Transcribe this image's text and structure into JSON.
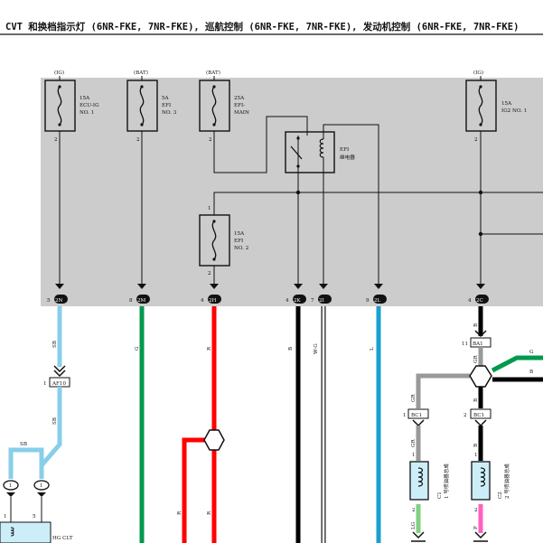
{
  "title": "CVT 和换档指示灯 (6NR-FKE, 7NR-FKE), 巡航控制 (6NR-FKE, 7NR-FKE), 发动机控制 (6NR-FKE, 7NR-FKE)",
  "fuses": [
    {
      "id": "ecu-ig-no1",
      "source": "(IG)",
      "rating": "15A",
      "name_line1": "ECU-IG",
      "name_line2": "NO. 1",
      "out_pin": "2"
    },
    {
      "id": "efi-no3",
      "source": "(BAT)",
      "rating": "5A",
      "name_line1": "EFI",
      "name_line2": "NO. 3",
      "out_pin": "2"
    },
    {
      "id": "efi-main",
      "source": "(BAT)",
      "rating": "25A",
      "name_line1": "EFI-",
      "name_line2": "MAIN",
      "out_pin": "2"
    },
    {
      "id": "ig2-no1",
      "source": "(IG)",
      "rating": "15A",
      "name_line1": "IG2 NO. 1",
      "name_line2": "",
      "out_pin": "2"
    },
    {
      "id": "efi-no2",
      "in_pin": "1",
      "rating": "15A",
      "name_line1": "EFI",
      "name_line2": "NO. 2",
      "out_pin": "2"
    }
  ],
  "relay": {
    "name_line1": "EFI",
    "name_line2": "继电器"
  },
  "connectors": [
    {
      "pin": "5",
      "id": "2N"
    },
    {
      "pin": "8",
      "id": "2M"
    },
    {
      "pin": "4",
      "id": "2H"
    },
    {
      "pin": "4",
      "id": "2K"
    },
    {
      "pin": "7",
      "id": "2I"
    },
    {
      "pin": "9",
      "id": "2L"
    },
    {
      "pin": "4",
      "id": "2C"
    }
  ],
  "wire_colors": {
    "sb": "SB",
    "g": "G",
    "r": "R",
    "b": "B",
    "wg": "W-G",
    "l": "L",
    "gr": "GR",
    "lg": "LG",
    "p": "P"
  },
  "colors": {
    "panel": "#cccccc",
    "sb": "#87cfe8",
    "green": "#00994d",
    "red": "#ff0000",
    "black": "#000000",
    "blue": "#1aa0d0",
    "grey": "#999999",
    "lightgreen": "#80d080",
    "pink": "#ff60c0"
  },
  "lower": {
    "af10": {
      "pin": "1",
      "id": "AF10"
    },
    "ba1": {
      "pin": "11",
      "id": "BA1"
    },
    "bc1_left": {
      "pin": "1",
      "id": "BC1"
    },
    "bc1_right": {
      "pin": "2",
      "id": "BC1"
    },
    "pin_b": "B",
    "right_g": "G",
    "right_b": "B",
    "inj1": {
      "ref": "C1",
      "name": "1 号喷油器总成",
      "pin_top": "1",
      "pin_bottom": "2"
    },
    "inj2": {
      "ref": "C2",
      "name": "2 号喷油器总成",
      "pin_top": "1",
      "pin_bottom": "2"
    },
    "clt": {
      "label": "HG CLT",
      "pin_a": "1",
      "pin_b": "5",
      "join_a": "1",
      "join_b": "1"
    }
  }
}
